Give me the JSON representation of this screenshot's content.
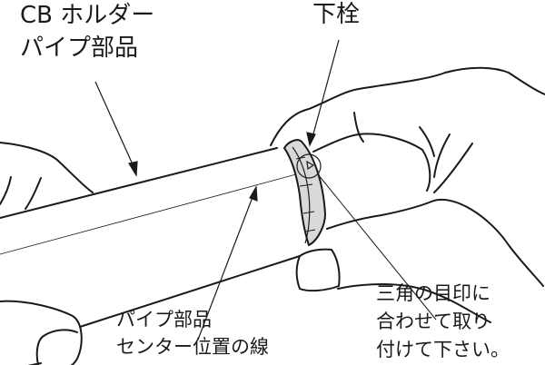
{
  "labels": {
    "holder_line1": "CB ホルダー",
    "holder_line2": "パイプ部品",
    "plug": "下栓",
    "center_line1": "パイプ部品",
    "center_line2": "センター位置の線",
    "instruction_line1": "三角の目印に",
    "instruction_line2": "合わせて取り",
    "instruction_line3": "付けて下さい。"
  },
  "colors": {
    "line": "#1a1a1a",
    "ring_fill": "#d9d9d9"
  }
}
